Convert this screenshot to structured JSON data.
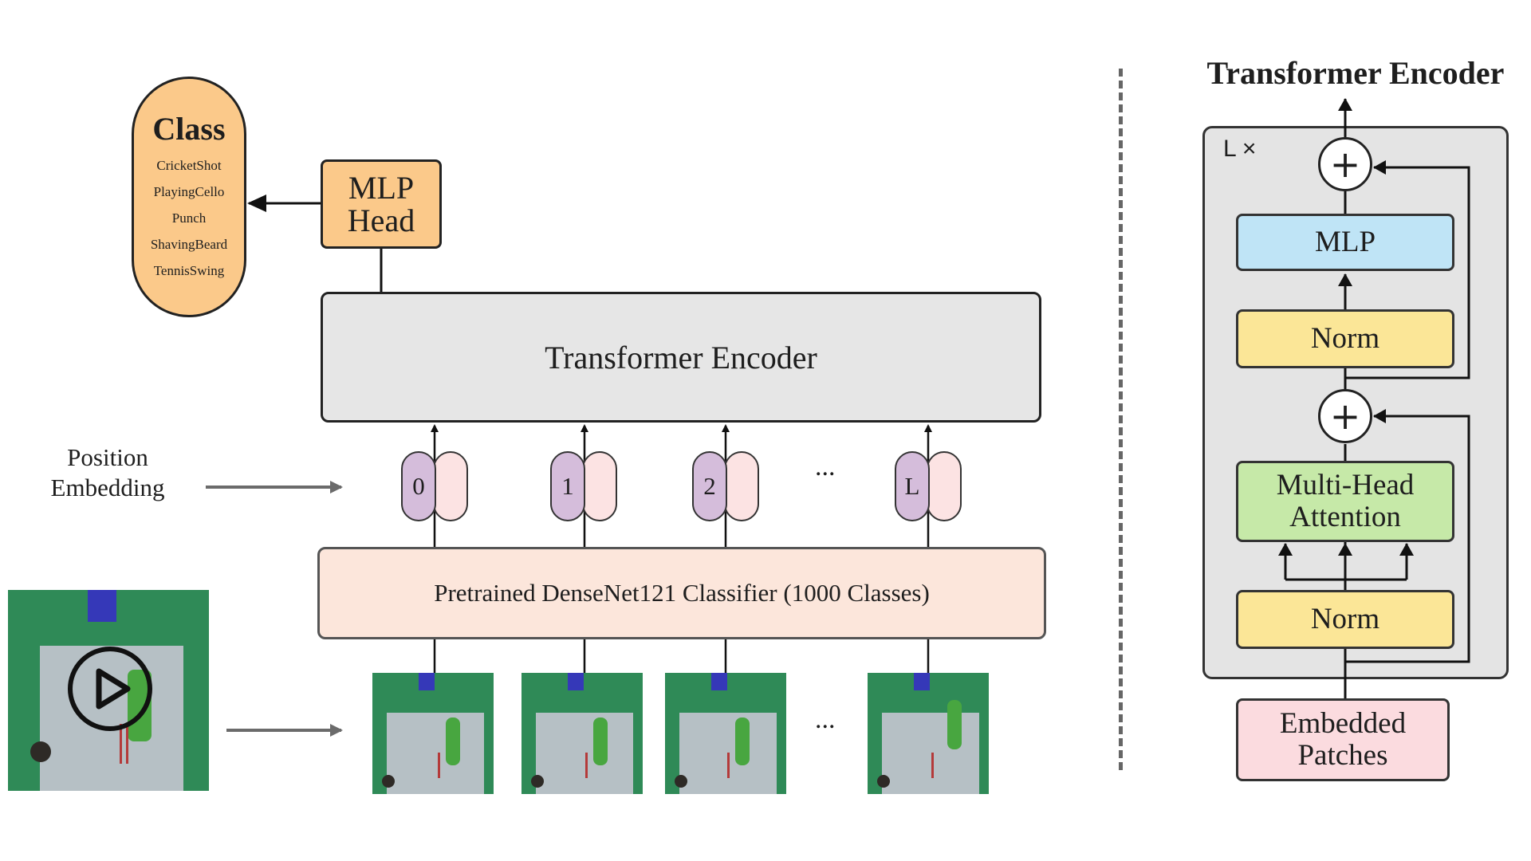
{
  "class_box": {
    "title": "Class",
    "items": [
      "CricketShot",
      "PlayingCello",
      "Punch",
      "ShavingBeard",
      "TennisSwing"
    ]
  },
  "mlp_head": {
    "line1": "MLP",
    "line2": "Head"
  },
  "encoder_main": {
    "label": "Transformer Encoder"
  },
  "position_embedding": {
    "line1": "Position",
    "line2": "Embedding"
  },
  "tokens": [
    "0",
    "1",
    "2",
    "L"
  ],
  "ellipsis": "...",
  "densenet": {
    "label": "Pretrained DenseNet121 Classifier (1000 Classes)"
  },
  "right_panel": {
    "title": "Transformer Encoder",
    "repeat_label": "L ×",
    "mlp": "MLP",
    "norm_top": "Norm",
    "mha_line1": "Multi-Head",
    "mha_line2": "Attention",
    "norm_bottom": "Norm",
    "embedded_line1": "Embedded",
    "embedded_line2": "Patches",
    "plus": "+"
  },
  "colors": {
    "class_fill": "#fbc98a",
    "encoder_fill": "#e6e6e6",
    "densenet_fill": "#fce6db",
    "token_purple": "#d5bddb",
    "token_pink": "#fce3e3",
    "mlp_fill": "#bfe4f6",
    "norm_fill": "#fbe697",
    "attention_fill": "#c6e9a8",
    "embedded_fill": "#fbdbdf"
  },
  "icons": [
    "play-icon",
    "arrow-icon"
  ]
}
